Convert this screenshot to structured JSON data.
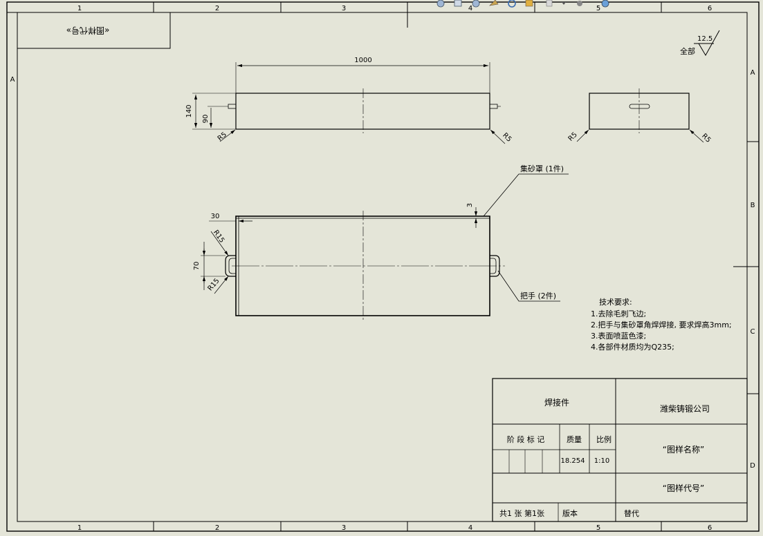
{
  "frame": {
    "col_labels": [
      "1",
      "2",
      "3",
      "4",
      "5",
      "6"
    ],
    "row_labels": [
      "A",
      "B",
      "C",
      "D"
    ]
  },
  "stamp_box": {
    "text": "«图样代号»"
  },
  "surface_finish": {
    "label": "全部",
    "value": "12.5"
  },
  "dimensions": {
    "length": "1000",
    "height": "140",
    "inner_height": "90",
    "radius_left": "R5",
    "radius_right": "R5",
    "side_radius_left": "R5",
    "side_radius_right": "R5",
    "handle_offset": "30",
    "handle_radius_top": "R15",
    "handle_radius_bottom": "R15",
    "handle_height": "70",
    "thickness": "3"
  },
  "callouts": {
    "sand_cover": "集砂罩 (1件)",
    "handle": "把手 (2件)"
  },
  "tech_requirements": {
    "title": "技术要求:",
    "items": [
      "1.去除毛刺飞边;",
      "2.把手与集砂罩角焊焊接, 要求焊高3mm;",
      "3.表面喷蓝色漆;",
      "4.各部件材质均为Q235;"
    ]
  },
  "title_block": {
    "part_type": "焊接件",
    "company": "潍柴铸锻公司",
    "stage_label": "阶 段 标 记",
    "mass_label": "质量",
    "scale_label": "比例",
    "mass_value": "18.254",
    "scale_value": "1:10",
    "drawing_name": "“图样名称”",
    "drawing_code": "“图样代号”",
    "sheets": "共1 张   第1张",
    "version": "版本",
    "replace": "替代"
  }
}
